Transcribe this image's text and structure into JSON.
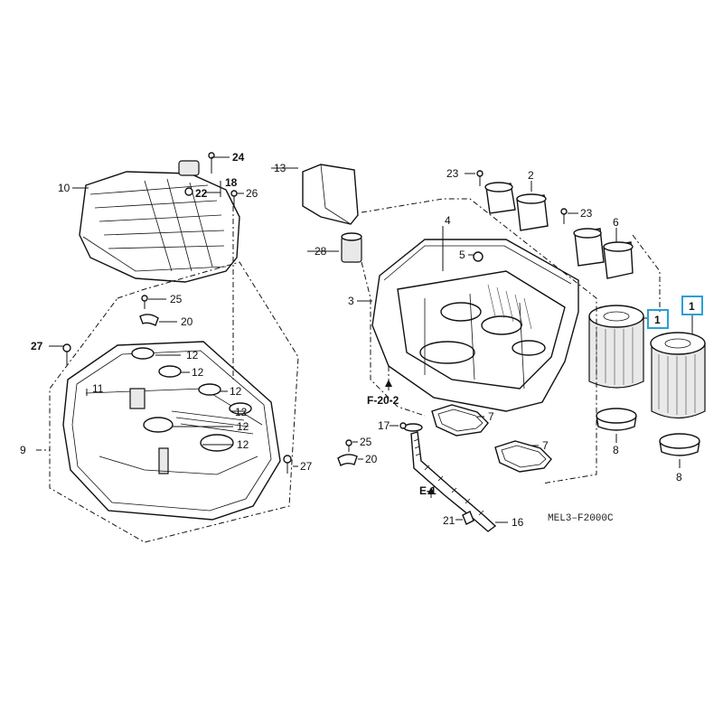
{
  "diagram": {
    "code": "MEL3–F2000C",
    "labels": {
      "p1a": "1",
      "p1b": "1",
      "p2": "2",
      "p3": "3",
      "p4": "4",
      "p5": "5",
      "p6": "6",
      "p7a": "7",
      "p7b": "7",
      "p8a": "8",
      "p8b": "8",
      "p9": "9",
      "p10": "10",
      "p11": "11",
      "p12a": "12",
      "p12b": "12",
      "p12c": "12",
      "p12d": "12",
      "p12e": "12",
      "p12f": "12",
      "p13": "13",
      "p16": "16",
      "p17": "17",
      "p18": "18",
      "p20a": "20",
      "p20b": "20",
      "p21": "21",
      "p22": "22",
      "p23a": "23",
      "p23b": "23",
      "p24": "24",
      "p25a": "25",
      "p25b": "25",
      "p26": "26",
      "p27a": "27",
      "p27b": "27",
      "p28": "28",
      "refF": "F-20-2",
      "refE": "E-1"
    },
    "highlight_color": "#2a9fd6"
  }
}
